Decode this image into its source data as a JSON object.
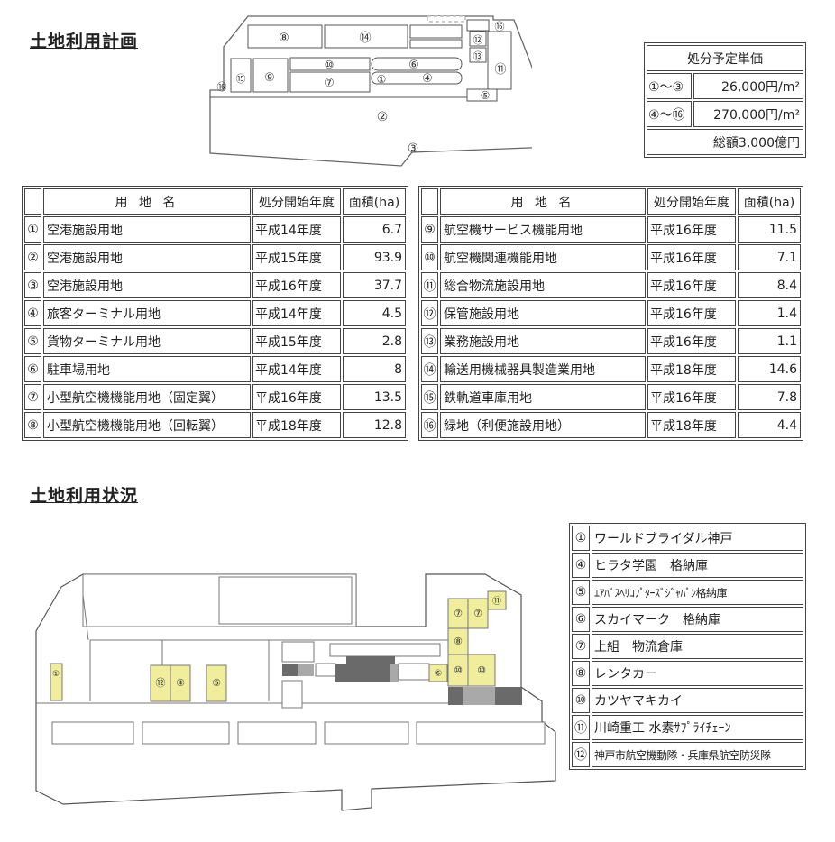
{
  "titles": {
    "plan": "土地利用計画",
    "status": "土地利用状況"
  },
  "plan_map_labels": [
    "①",
    "②",
    "③",
    "④",
    "⑤",
    "⑥",
    "⑦",
    "⑧",
    "⑨",
    "⑩",
    "⑪",
    "⑫",
    "⑬",
    "⑭",
    "⑮",
    "⑯"
  ],
  "price": {
    "header": "処分予定単価",
    "rows": [
      {
        "key": "①～③",
        "value": "26,000円/m²"
      },
      {
        "key": "④～⑯",
        "value": "270,000円/m²"
      }
    ],
    "total": "総額3,000億円"
  },
  "land_table": {
    "headers": {
      "name": "用 地 名",
      "year": "処分開始年度",
      "area": "面積(ha)"
    },
    "left": [
      {
        "no": "①",
        "name": "空港施設用地",
        "year": "平成14年度",
        "area": "6.7"
      },
      {
        "no": "②",
        "name": "空港施設用地",
        "year": "平成15年度",
        "area": "93.9"
      },
      {
        "no": "③",
        "name": "空港施設用地",
        "year": "平成16年度",
        "area": "37.7"
      },
      {
        "no": "④",
        "name": "旅客ターミナル用地",
        "year": "平成14年度",
        "area": "4.5"
      },
      {
        "no": "⑤",
        "name": "貨物ターミナル用地",
        "year": "平成15年度",
        "area": "2.8"
      },
      {
        "no": "⑥",
        "name": "駐車場用地",
        "year": "平成14年度",
        "area": "8"
      },
      {
        "no": "⑦",
        "name": "小型航空機機能用地（固定翼）",
        "year": "平成16年度",
        "area": "13.5"
      },
      {
        "no": "⑧",
        "name": "小型航空機機能用地（回転翼）",
        "year": "平成18年度",
        "area": "12.8"
      }
    ],
    "right": [
      {
        "no": "⑨",
        "name": "航空機サービス機能用地",
        "year": "平成16年度",
        "area": "11.5"
      },
      {
        "no": "⑩",
        "name": "航空機関連機能用地",
        "year": "平成16年度",
        "area": "7.1"
      },
      {
        "no": "⑪",
        "name": "総合物流施設用地",
        "year": "平成16年度",
        "area": "8.4"
      },
      {
        "no": "⑫",
        "name": "保管施設用地",
        "year": "平成16年度",
        "area": "1.4"
      },
      {
        "no": "⑬",
        "name": "業務施設用地",
        "year": "平成16年度",
        "area": "1.1"
      },
      {
        "no": "⑭",
        "name": "輸送用機械器具製造業用地",
        "year": "平成18年度",
        "area": "14.6"
      },
      {
        "no": "⑮",
        "name": "鉄軌道車庫用地",
        "year": "平成16年度",
        "area": "7.8"
      },
      {
        "no": "⑯",
        "name": "緑地（利便施設用地）",
        "year": "平成18年度",
        "area": "4.4"
      }
    ]
  },
  "status_map_labels": {
    "c1": "①",
    "c12": "⑫",
    "c4": "④",
    "c5": "⑤",
    "c6": "⑥",
    "c7a": "⑦",
    "c7b": "⑦",
    "c11": "⑪",
    "c8": "⑧",
    "c10a": "⑩",
    "c10b": "⑩"
  },
  "tenants": [
    {
      "no": "①",
      "name": "ワールドブライダル神戸"
    },
    {
      "no": "④",
      "name": "ヒラタ学園　格納庫"
    },
    {
      "no": "⑤",
      "name": "ｴｱﾊﾞｽﾍﾘｺﾌﾟﾀｰｽﾞｼﾞｬﾊﾟﾝ格納庫"
    },
    {
      "no": "⑥",
      "name": "スカイマーク　格納庫"
    },
    {
      "no": "⑦",
      "name": "上組　物流倉庫"
    },
    {
      "no": "⑧",
      "name": "レンタカー"
    },
    {
      "no": "⑩",
      "name": "カツヤマキカイ"
    },
    {
      "no": "⑪",
      "name": "川崎重工 水素ｻﾌﾟﾗｲﾁｪｰﾝ"
    },
    {
      "no": "⑫",
      "name": "神戸市航空機動隊・兵庫県航空防災隊"
    }
  ],
  "colors": {
    "tenant_fill": "#f0ee9c",
    "dark_block": "#6a6a6a",
    "grey_block": "#a9a9a9",
    "line": "#555555"
  }
}
